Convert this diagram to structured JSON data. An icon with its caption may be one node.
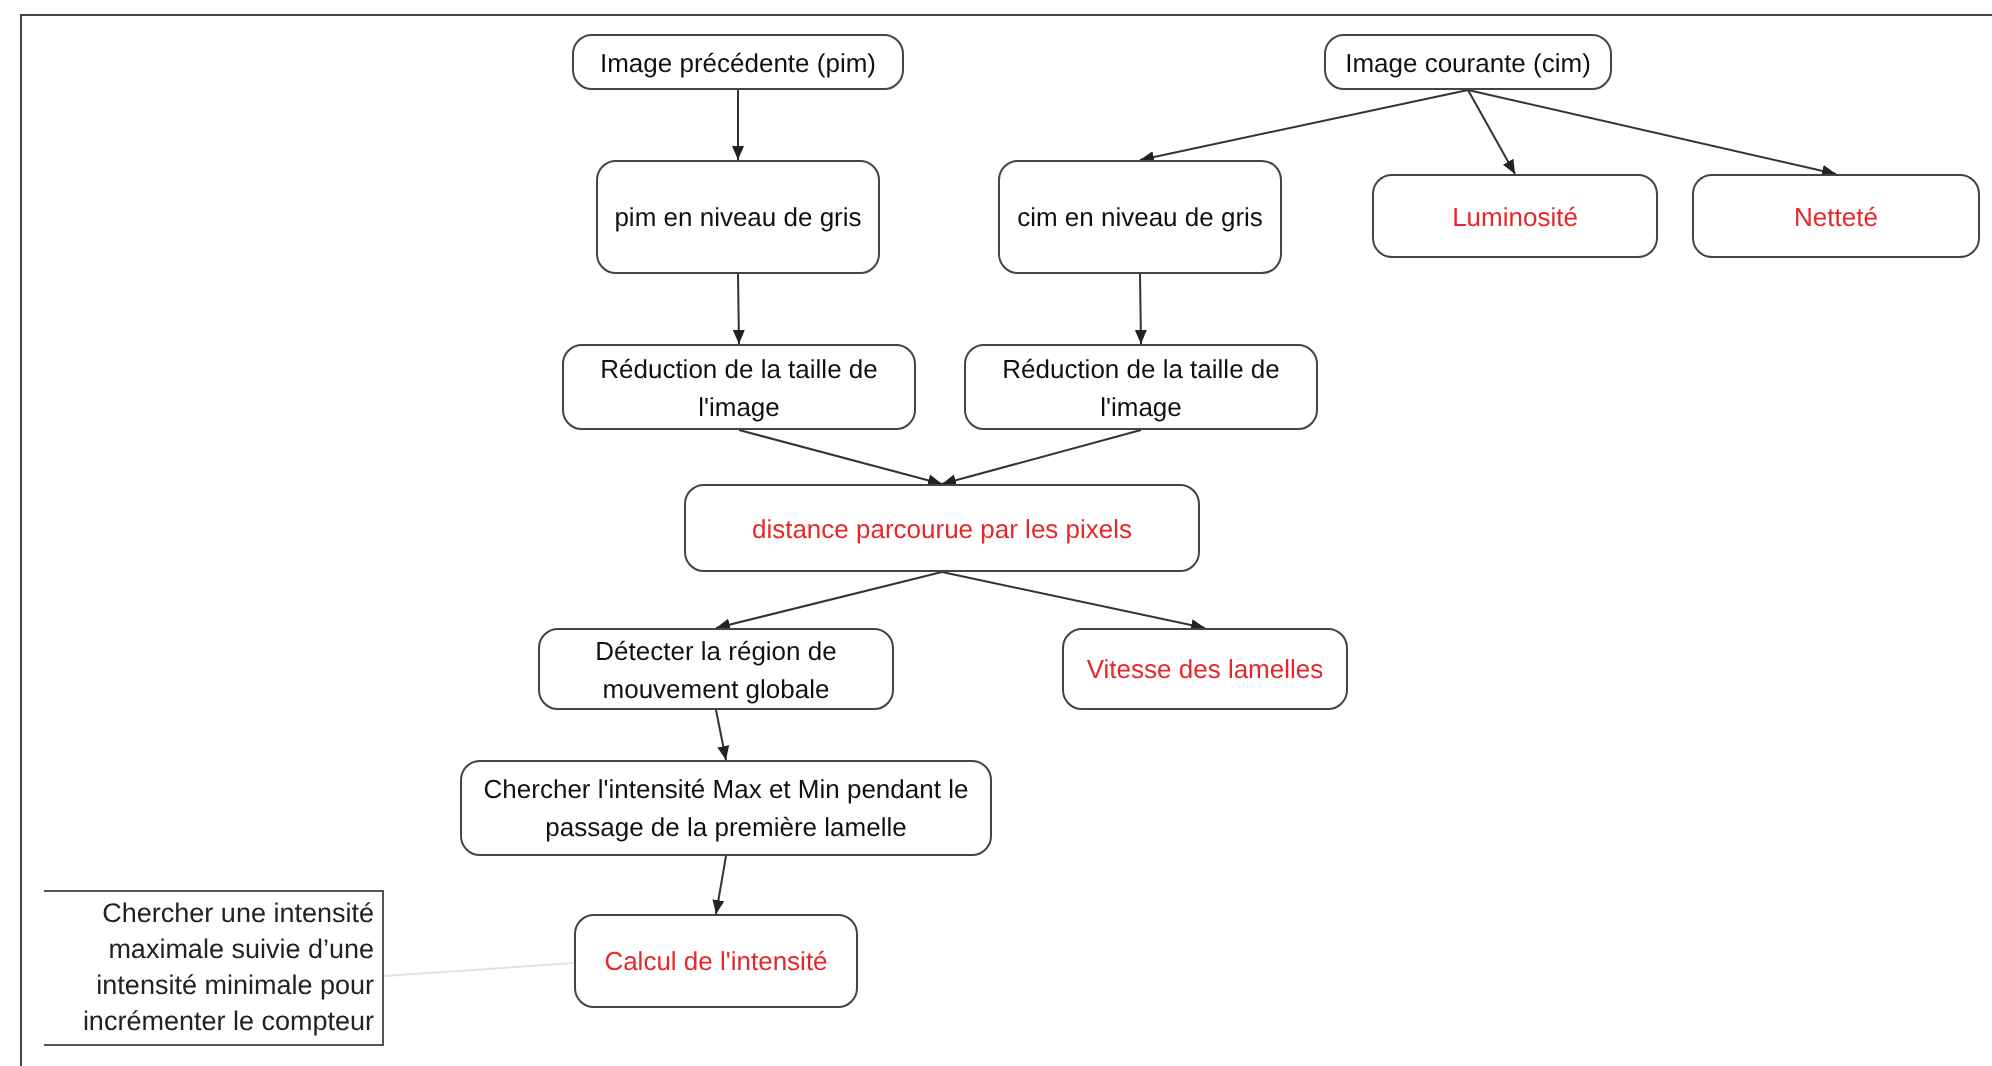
{
  "diagram": {
    "nodes": [
      {
        "text": [
          "Image précédente (pim)"
        ]
      },
      {
        "text": [
          "Image courante (cim)"
        ]
      },
      {
        "text": [
          "pim en niveau de gris"
        ]
      },
      {
        "text": [
          "cim en niveau de gris"
        ]
      },
      {
        "text": [
          "Luminosité"
        ]
      },
      {
        "text": [
          "Netteté"
        ]
      },
      {
        "text": [
          "Réduction de la taille de l'image"
        ]
      },
      {
        "text": [
          "Réduction de la taille de l'image"
        ]
      },
      {
        "text": [
          "distance parcourue par les pixels"
        ]
      },
      {
        "text": [
          "Détecter la région de mouvement globale"
        ]
      },
      {
        "text": [
          "Vitesse des lamelles"
        ]
      },
      {
        "text": [
          "Chercher l'intensité Max et Min pendant le passage de la première lamelle"
        ]
      },
      {
        "text": [
          "Calcul de l'intensité"
        ]
      },
      {
        "text": [
          "Chercher une intensité maximale suivie d’une intensité minimale pour incrémenter le compteur"
        ]
      }
    ],
    "edges": [
      {
        "from": 0,
        "to": 2,
        "arrow": "to"
      },
      {
        "from": 1,
        "to": 3,
        "arrow": "to"
      },
      {
        "from": 1,
        "to": 4,
        "arrow": "to"
      },
      {
        "from": 1,
        "to": 5,
        "arrow": "to"
      },
      {
        "from": 2,
        "to": 6,
        "arrow": "to"
      },
      {
        "from": 3,
        "to": 7,
        "arrow": "to"
      },
      {
        "from": 6,
        "to": 8,
        "arrow": "to"
      },
      {
        "from": 7,
        "to": 8,
        "arrow": "to"
      },
      {
        "from": 8,
        "to": 9,
        "arrow": "to"
      },
      {
        "from": 8,
        "to": 10,
        "arrow": "to"
      },
      {
        "from": 9,
        "to": 11,
        "arrow": "to"
      },
      {
        "from": 11,
        "to": 12,
        "arrow": "to"
      },
      {
        "from": 13,
        "to": 12,
        "arrow": "none",
        "color": "#e2e2e2"
      }
    ]
  }
}
